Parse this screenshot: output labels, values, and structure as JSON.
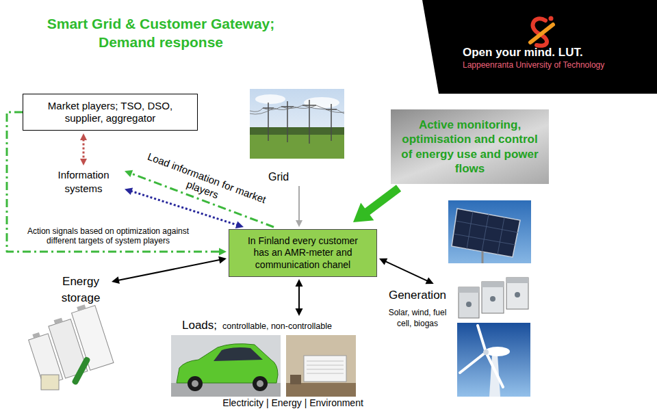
{
  "diagram": {
    "title": "Smart Grid & Customer Gateway; Demand response",
    "nodes": [
      {
        "text": [
          "Market players; TSO, DSO, supplier, aggregator"
        ]
      },
      {
        "text": [
          "Information systems"
        ]
      },
      {
        "text": [
          "Grid"
        ]
      },
      {
        "text": [
          "Active monitoring, optimisation and control of energy use and power flows"
        ]
      },
      {
        "text": [
          "In Finland every customer has an AMR-meter and communication chanel"
        ]
      },
      {
        "text": [
          "Energy storage"
        ]
      },
      {
        "text": [
          "Generation",
          "Solar, wind, fuel cell, biogas"
        ]
      },
      {
        "text": [
          "Loads;",
          "controllable, non-controllable"
        ]
      }
    ],
    "edges": [
      {
        "from": 0,
        "to": 1,
        "arrow": "both"
      },
      {
        "from": 1,
        "to": 4,
        "arrow": "both"
      },
      {
        "from": 4,
        "to": 1,
        "label": "Load information for market players",
        "arrow": "to"
      },
      {
        "from": 0,
        "to": 4,
        "label": "Action signals based on optimization against different targets of system players",
        "arrow": "to"
      },
      {
        "from": 2,
        "to": 4,
        "arrow": "to"
      },
      {
        "from": 3,
        "to": 4,
        "arrow": "to"
      },
      {
        "from": 4,
        "to": 5,
        "arrow": "both"
      },
      {
        "from": 4,
        "to": 6,
        "arrow": "both"
      },
      {
        "from": 4,
        "to": 7,
        "arrow": "both"
      }
    ],
    "labels": [
      "Open your mind. LUT.",
      "Lappeenranta University of Technology",
      "Electricity | Energy | Environment"
    ]
  }
}
